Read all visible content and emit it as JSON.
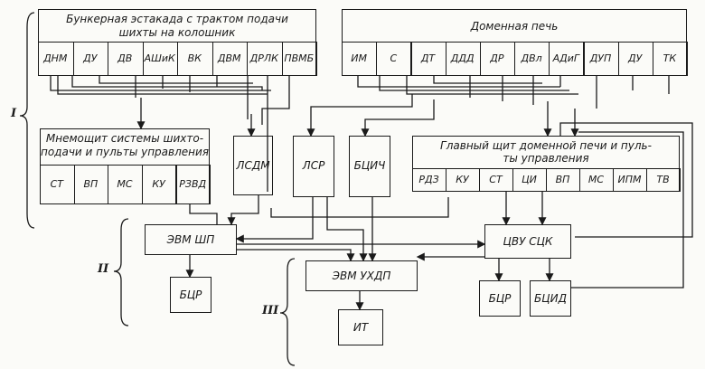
{
  "groups": {
    "g1": "I",
    "g2": "II",
    "g3": "III"
  },
  "bunker": {
    "title_line1": "Бункерная эстакада с трактом подачи",
    "title_line2": "шихты на колошник",
    "cells": [
      "ДНМ",
      "ДУ",
      "ДВ",
      "АШиК",
      "ВК",
      "ДВМ",
      "ДРЛК",
      "ПВМБ"
    ]
  },
  "furnace": {
    "title": "Доменная печь",
    "cells": [
      "ИМ",
      "С",
      "ДТ",
      "ДДД",
      "ДР",
      "ДВл",
      "АДиГ",
      "ДУП",
      "ДУ",
      "ТК"
    ]
  },
  "mnemonic": {
    "title_line1": "Мнемощит системы шихто-",
    "title_line2": "подачи и пульты управления",
    "cells": [
      "СТ",
      "ВП",
      "МС",
      "КУ",
      "РЗВД"
    ]
  },
  "main_panel": {
    "title_line1": "Главный щит доменной печи и пуль-",
    "title_line2": "ты управления",
    "cells": [
      "РДЗ",
      "КУ",
      "СТ",
      "ЦИ",
      "ВП",
      "МС",
      "ИПМ",
      "ТВ"
    ]
  },
  "blocks": {
    "lsdm": "ЛСДМ",
    "lsr": "ЛСР",
    "bcich": "БЦИЧ",
    "evm_shp": "ЭВМ  ШП",
    "cvu_sck": "ЦВУ СЦК",
    "evm_uhdp": "ЭВМ УХДП",
    "bcr_left": "БЦР",
    "bcr_right": "БЦР",
    "bcid": "БЦИД",
    "it": "ИТ"
  }
}
